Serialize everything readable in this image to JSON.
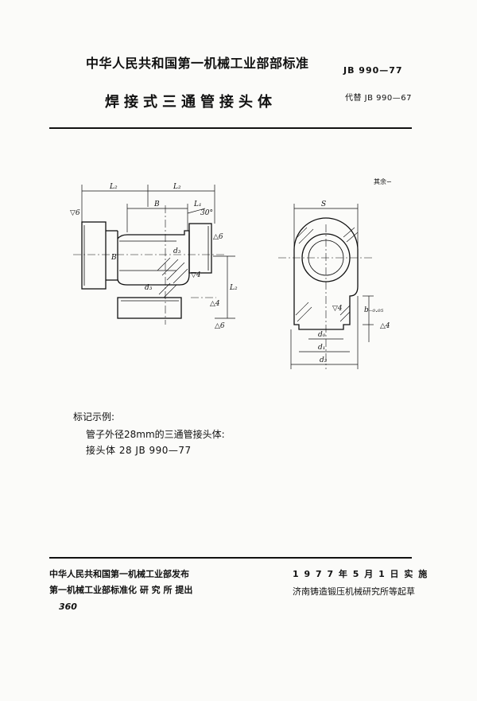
{
  "header": {
    "organization": "中华人民共和国第一机械工业部部标准",
    "standard_code": "JB 990—77",
    "title": "焊接式三通管接头体",
    "replaces": "代替 JB 990—67"
  },
  "drawing": {
    "roughness_note": "其余∽",
    "labels": {
      "L2_left": "L₂",
      "L2_right": "L₂",
      "B_top": "B",
      "L1": "L₁",
      "angle": "30°",
      "B_side": "B",
      "d3_mid": "d₃",
      "d3_lower": "d₃",
      "L2_vertical": "L₂",
      "S": "S",
      "d0": "d₀",
      "d1": "d₁",
      "d2": "d₂",
      "b_tol": "b₋₀.₀₅"
    },
    "finish_marks": {
      "left_end": "▽6",
      "right_top": "△6",
      "mid": "▽4",
      "lower_vertical": "△4",
      "bottom": "△6",
      "side_a": "▽4",
      "side_b": "△4"
    }
  },
  "example": {
    "heading": "标记示例:",
    "line1": "管子外径28mm的三通管接头体:",
    "line2": "接头体  28  JB 990—77"
  },
  "footer": {
    "issuer": "中华人民共和国第一机械工业部发布",
    "proposer": "第一机械工业部标准化 研 究 所 提出",
    "effective_date": "1 9 7 7 年 5 月 1 日 实 施",
    "drafter": "济南铸造锻压机械研究所等起草",
    "page_number": "360"
  }
}
